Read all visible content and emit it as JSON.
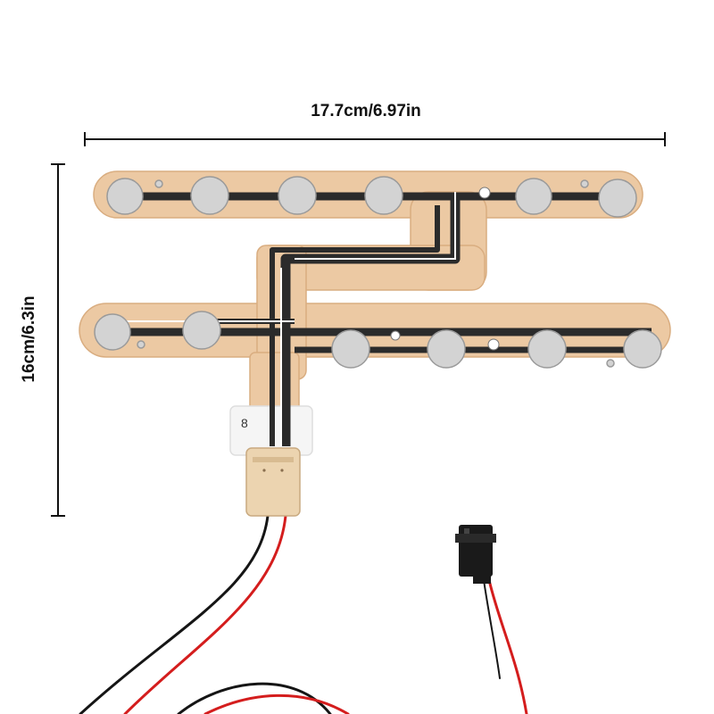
{
  "dimensions": {
    "width_label": "17.7cm/6.97in",
    "height_label": "16cm/6.3in"
  },
  "pad": {
    "number_label": "8"
  },
  "colors": {
    "substrate": "#ecc9a3",
    "substrate_edge": "#d9ad80",
    "trace": "#2b2b2b",
    "electrode": "#d3d3d3",
    "electrode_edge": "#9a9a9a",
    "connector_body": "#ecd4b0",
    "wire_red": "#d41d1d",
    "wire_black": "#151515",
    "plug": "#1a1a1a",
    "dimension_line": "#111111"
  }
}
